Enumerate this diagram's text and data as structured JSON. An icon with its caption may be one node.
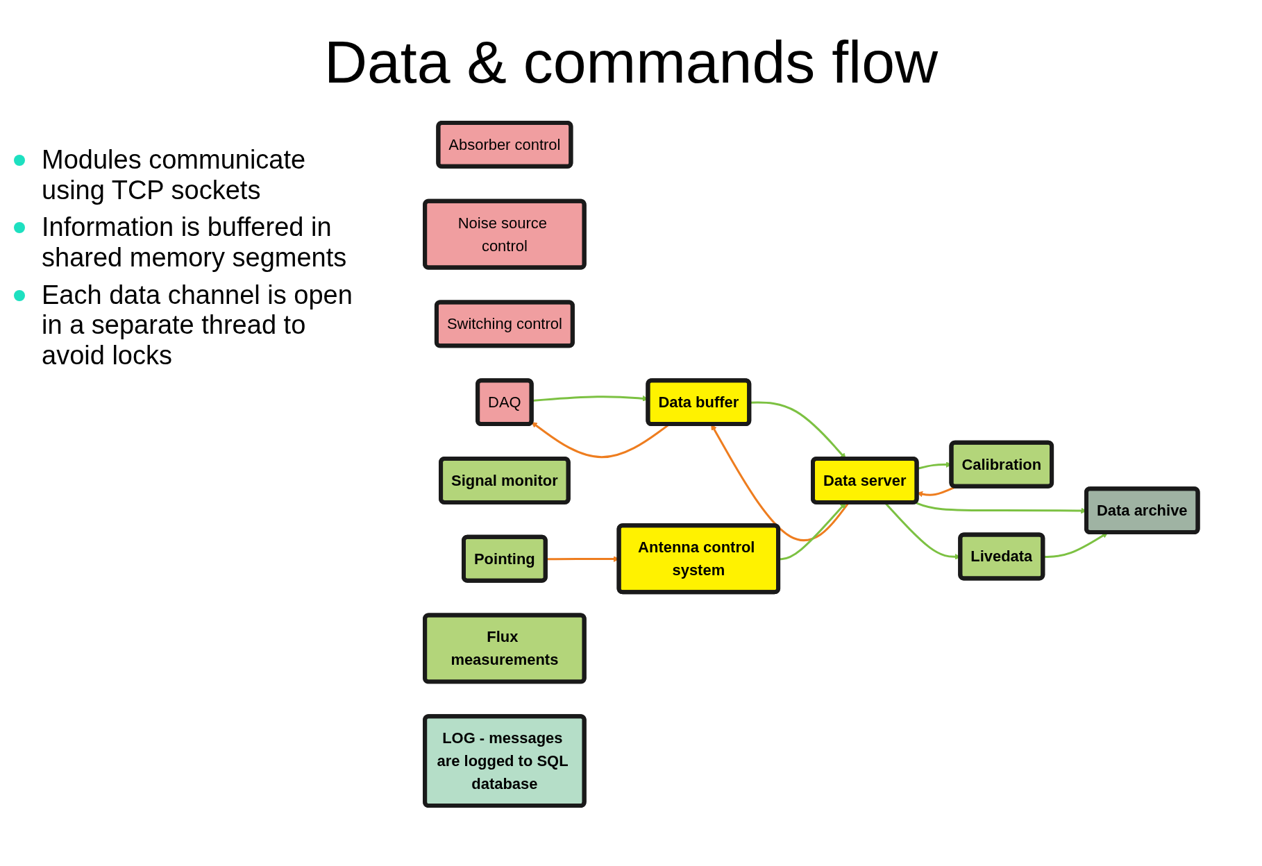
{
  "diagram": {
    "title": "Data & commands flow",
    "nodes": [
      {
        "text": [
          "Absorber control"
        ]
      },
      {
        "text": [
          "Noise source control"
        ]
      },
      {
        "text": [
          "Switching control"
        ]
      },
      {
        "text": [
          "DAQ"
        ]
      },
      {
        "text": [
          "Data buffer"
        ]
      },
      {
        "text": [
          "Data server"
        ]
      },
      {
        "text": [
          "Signal monitor"
        ]
      },
      {
        "text": [
          "Calibration"
        ]
      },
      {
        "text": [
          "Pointing"
        ]
      },
      {
        "text": [
          "Flux measurements"
        ]
      },
      {
        "text": [
          "Antenna control system"
        ]
      },
      {
        "text": [
          "LOG - messages are logged to SQL database"
        ]
      },
      {
        "text": [
          "Data archive"
        ]
      },
      {
        "text": [
          "Livedata"
        ]
      }
    ],
    "edges": [
      {
        "from": 3,
        "to": 4,
        "arrow": "to"
      },
      {
        "from": 4,
        "to": 3,
        "arrow": "to",
        "color": "#ee7d1f"
      },
      {
        "from": 5,
        "to": 4,
        "arrow": "to",
        "color": "#ee7d1f"
      },
      {
        "from": 4,
        "to": 5,
        "arrow": "to"
      },
      {
        "from": 7,
        "to": 5,
        "arrow": "to",
        "color": "#ee7d1f"
      },
      {
        "from": 5,
        "to": 7,
        "arrow": "to"
      },
      {
        "from": 8,
        "to": 10,
        "arrow": "to",
        "color": "#ee7d1f"
      },
      {
        "from": 10,
        "to": 5,
        "arrow": "to"
      },
      {
        "from": 5,
        "to": 12,
        "arrow": "to"
      },
      {
        "from": 5,
        "to": 13,
        "arrow": "to"
      },
      {
        "from": 13,
        "to": 12,
        "arrow": "to"
      }
    ],
    "labels": [
      "Modules communicate using TCP sockets",
      "Information is buffered in shared memory segments",
      "Each data channel is open in a separate thread to avoid locks"
    ]
  }
}
